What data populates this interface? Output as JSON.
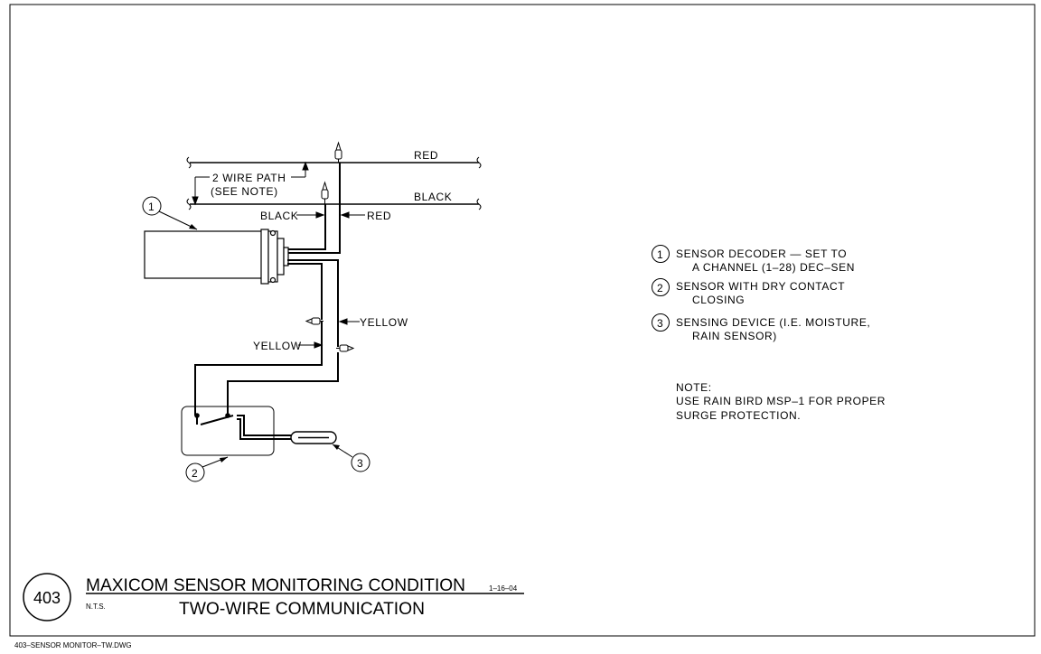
{
  "wire_labels": {
    "red_top": "RED",
    "black_top": "BLACK",
    "wire_path_line1": "2 WIRE PATH",
    "wire_path_line2": "(SEE NOTE)",
    "black_left": "BLACK",
    "red_right": "RED",
    "yellow_right": "YELLOW",
    "yellow_left": "YELLOW"
  },
  "callouts": {
    "c1": "1",
    "c2": "2",
    "c3": "3"
  },
  "legend": [
    {
      "num": "1",
      "line1": "SENSOR DECODER — SET TO",
      "line2": "A CHANNEL (1–28) DEC–SEN"
    },
    {
      "num": "2",
      "line1": "SENSOR WITH DRY CONTACT",
      "line2": "CLOSING"
    },
    {
      "num": "3",
      "line1": "SENSING DEVICE (I.E. MOISTURE,",
      "line2": "RAIN SENSOR)"
    }
  ],
  "note": {
    "heading": "NOTE:",
    "line1": "USE RAIN BIRD MSP–1 FOR PROPER",
    "line2": "SURGE PROTECTION."
  },
  "title_block": {
    "detail_number": "403",
    "title": "MAXICOM SENSOR MONITORING CONDITION",
    "subtitle": "TWO-WIRE COMMUNICATION",
    "scale": "N.T.S.",
    "date": "1–16–04",
    "filename": "403–SENSOR MONITOR–TW.DWG"
  }
}
